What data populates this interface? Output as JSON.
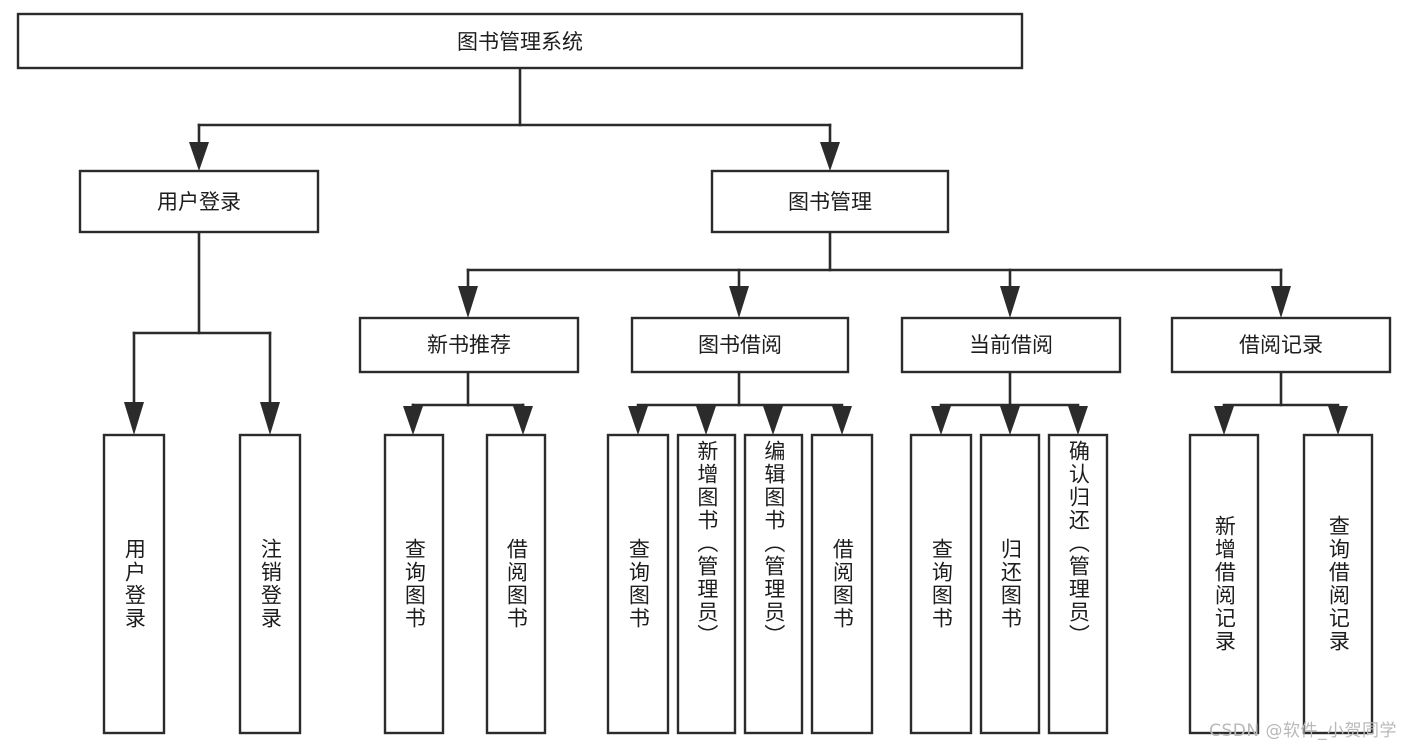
{
  "diagram": {
    "type": "tree-hierarchy",
    "title": "图书管理系统",
    "watermark": "CSDN @软件_小贺同学",
    "colors": {
      "background": "#ffffff",
      "stroke": "#2b2b2b",
      "text": "#1d1d1d",
      "watermark": "#b9b9b9"
    },
    "levels": {
      "root": {
        "label": "图书管理系统"
      },
      "level2": [
        {
          "label": "用户登录"
        },
        {
          "label": "图书管理"
        }
      ],
      "level3": [
        {
          "label": "新书推荐"
        },
        {
          "label": "图书借阅"
        },
        {
          "label": "当前借阅"
        },
        {
          "label": "借阅记录"
        }
      ],
      "leaves": [
        {
          "label": "用户登录",
          "parent": "用户登录"
        },
        {
          "label": "注销登录",
          "parent": "用户登录"
        },
        {
          "label": "查询图书",
          "parent": "新书推荐"
        },
        {
          "label": "借阅图书",
          "parent": "新书推荐"
        },
        {
          "label": "查询图书",
          "parent": "图书借阅"
        },
        {
          "label": "新增图书（管理员）",
          "parent": "图书借阅"
        },
        {
          "label": "编辑图书（管理员）",
          "parent": "图书借阅"
        },
        {
          "label": "借阅图书",
          "parent": "图书借阅"
        },
        {
          "label": "查询图书",
          "parent": "当前借阅"
        },
        {
          "label": "归还图书",
          "parent": "当前借阅"
        },
        {
          "label": "确认归还（管理员）",
          "parent": "当前借阅"
        },
        {
          "label": "新增借阅记录",
          "parent": "借阅记录"
        },
        {
          "label": "查询借阅记录",
          "parent": "借阅记录"
        }
      ]
    }
  }
}
